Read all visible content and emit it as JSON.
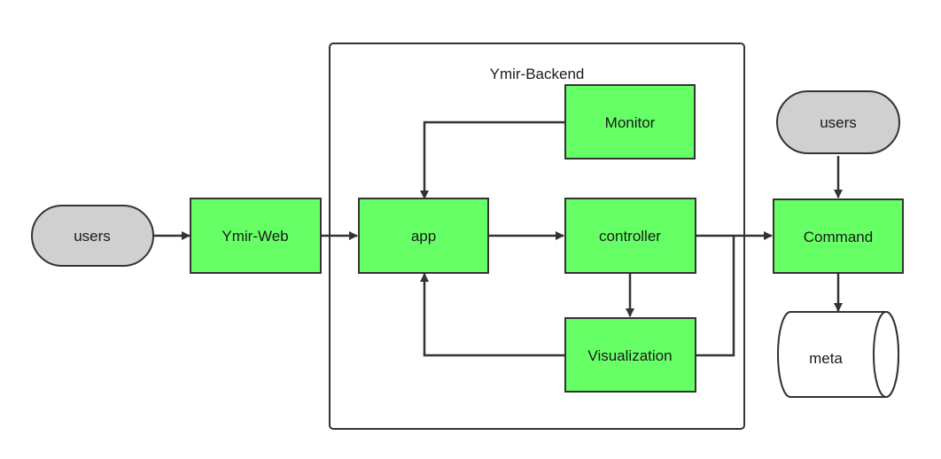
{
  "nodes": {
    "users_left": "users",
    "ymir_web": "Ymir-Web",
    "backend_title": "Ymir-Backend",
    "app": "app",
    "monitor": "Monitor",
    "controller": "controller",
    "visualization": "Visualization",
    "users_right": "users",
    "command": "Command",
    "meta": "meta"
  },
  "colors": {
    "process_fill": "#66ff66",
    "actor_fill": "#d0d0d0",
    "stroke": "#333333"
  }
}
